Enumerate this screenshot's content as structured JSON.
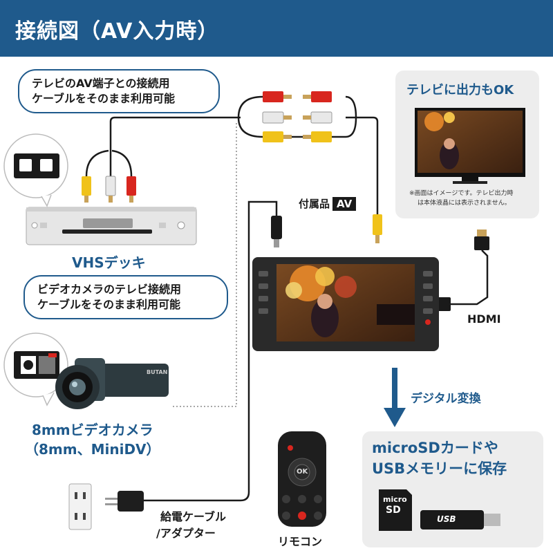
{
  "header": {
    "title": "接続図（AV入力時）"
  },
  "bubbles": {
    "vhs_cable": [
      "テレビのAV端子との接続用",
      "ケーブルをそのまま利用可能"
    ],
    "camera_cable": [
      "ビデオカメラのテレビ接続用",
      "ケーブルをそのまま利用可能"
    ]
  },
  "devices": {
    "vhs_label": "VHSデッキ",
    "camera_label_1": "8mmビデオカメラ",
    "camera_label_2": "（8mm、MiniDV）",
    "camera_brand": "BUTAN",
    "remote_label": "リモコン",
    "remote_ok": "OK",
    "power_label_1": "給電ケーブル",
    "power_label_2": "/アダプター"
  },
  "accessory": {
    "prefix": "付属品",
    "name": "AV"
  },
  "tv_panel": {
    "title": "テレビに出力もOK",
    "note_1": "※画面はイメージです。テレビ出力時",
    "note_2": "は本体液晶には表示されません。"
  },
  "hdmi_label": "HDMI",
  "conversion_label": "デジタル変換",
  "storage_panel": {
    "title_1": "microSDカードや",
    "title_2": "USBメモリーに保存",
    "sd_text_1": "micro",
    "sd_text_2": "SD",
    "usb_text": "USB"
  },
  "colors": {
    "brand_blue": "#1f5a8c",
    "rca_red": "#d8261e",
    "rca_white": "#e8e8e8",
    "rca_yellow": "#f0c21a",
    "panel_gray": "#ededed"
  }
}
